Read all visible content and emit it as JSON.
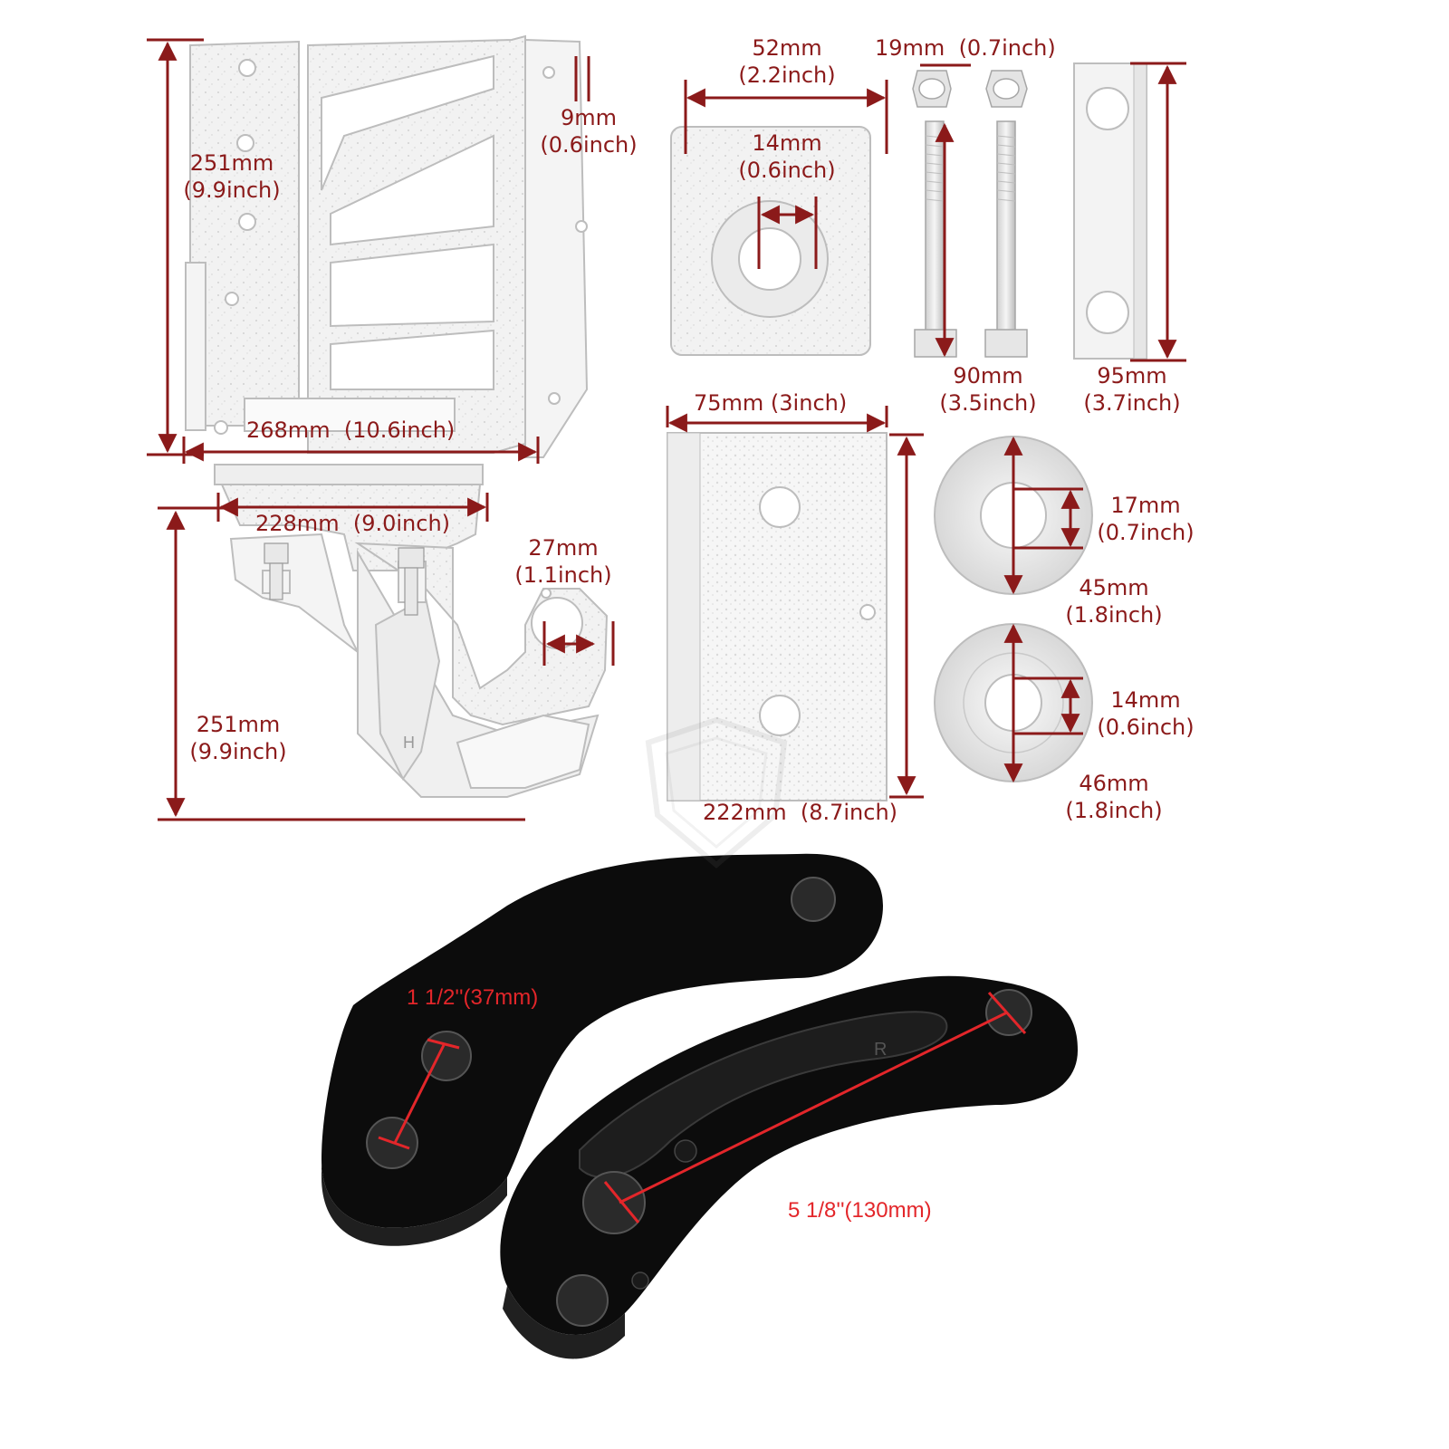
{
  "colors": {
    "dimension": "#8b1a1a",
    "callout": "#e3262a",
    "part_outline": "#bdbdbd",
    "part_fill": "#f4f4f4",
    "bracket_black": "#0c0c0c"
  },
  "dimensions": {
    "frame_height": {
      "mm": "251mm",
      "inch": "(9.9inch)"
    },
    "frame_width": {
      "mm": "268mm",
      "inch": "(10.6inch)"
    },
    "flange_thickness": {
      "mm": "9mm",
      "inch": "(0.6inch)"
    },
    "hook_base_width": {
      "mm": "228mm",
      "inch": "(9.0inch)"
    },
    "hook_height": {
      "mm": "251mm",
      "inch": "(9.9inch)"
    },
    "hook_opening": {
      "mm": "27mm",
      "inch": "(1.1inch)"
    },
    "plate_width": {
      "mm": "52mm",
      "inch": "(2.2inch)"
    },
    "plate_hole": {
      "mm": "14mm",
      "inch": "(0.6inch)"
    },
    "nut_size": {
      "mm": "19mm",
      "inch": "(0.7inch)"
    },
    "bolt_length": {
      "mm": "90mm",
      "inch": "(3.5inch)"
    },
    "spacer_length": {
      "mm": "95mm",
      "inch": "(3.7inch)"
    },
    "bar_width": {
      "text": "75mm  (3inch)"
    },
    "bar_length": {
      "mm": "222mm",
      "inch": "(8.7inch)"
    },
    "washer1_hole": {
      "mm": "17mm",
      "inch": "(0.7inch)"
    },
    "washer1_outer": {
      "mm": "45mm",
      "inch": "(1.8inch)"
    },
    "washer2_hole": {
      "mm": "14mm",
      "inch": "(0.6inch)"
    },
    "washer2_outer": {
      "mm": "46mm",
      "inch": "(1.8inch)"
    }
  },
  "brackets": {
    "hole_spacing": "1 1/2''(37mm)",
    "length": "5 1/8''(130mm)",
    "side_mark": "R"
  },
  "icons": {
    "watermark": "shield-logo-icon",
    "hook_mark": "h-letter-icon"
  }
}
